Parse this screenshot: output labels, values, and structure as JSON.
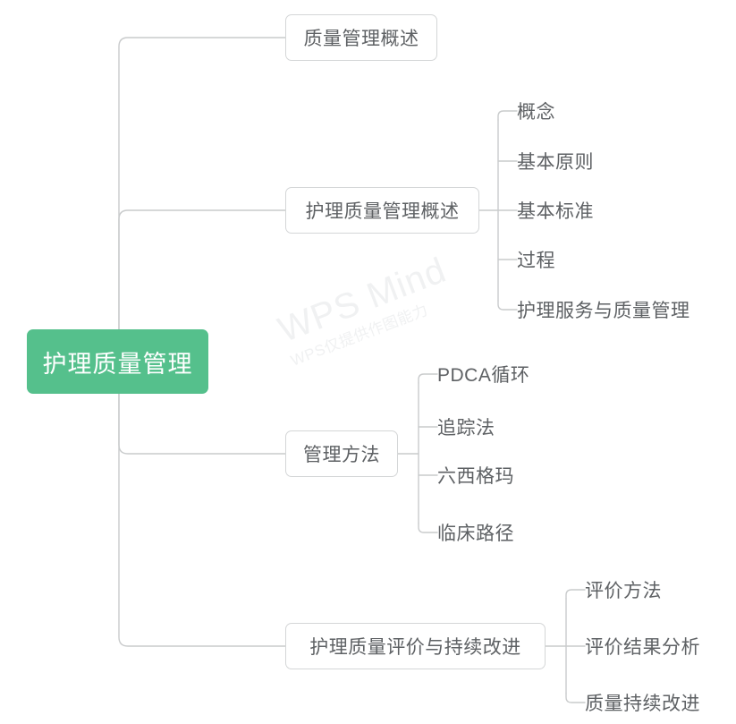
{
  "document": {
    "title": "护理质量管理",
    "tool": "WPS Mind"
  },
  "watermark": {
    "main": "WPS Mind",
    "sub": "WPS仅提供作图能力"
  },
  "colors": {
    "root_fill": "#55c08c",
    "root_text": "#ffffff",
    "node_border": "#d4d6d7",
    "node_text": "#5e6164",
    "connector": "#c9cbcc",
    "background": "#ffffff",
    "watermark": "#f0f1f2"
  },
  "mindmap": {
    "root": {
      "label": "护理质量管理"
    },
    "branches": [
      {
        "label": "质量管理概述",
        "children": []
      },
      {
        "label": "护理质量管理概述",
        "children": [
          {
            "label": "概念"
          },
          {
            "label": "基本原则"
          },
          {
            "label": "基本标准"
          },
          {
            "label": "过程"
          },
          {
            "label": "护理服务与质量管理"
          }
        ]
      },
      {
        "label": "管理方法",
        "children": [
          {
            "label": "PDCA循环"
          },
          {
            "label": "追踪法"
          },
          {
            "label": "六西格玛"
          },
          {
            "label": "临床路径"
          }
        ]
      },
      {
        "label": "护理质量评价与持续改进",
        "children": [
          {
            "label": "评价方法"
          },
          {
            "label": "评价结果分析"
          },
          {
            "label": "质量持续改进"
          }
        ]
      }
    ]
  }
}
